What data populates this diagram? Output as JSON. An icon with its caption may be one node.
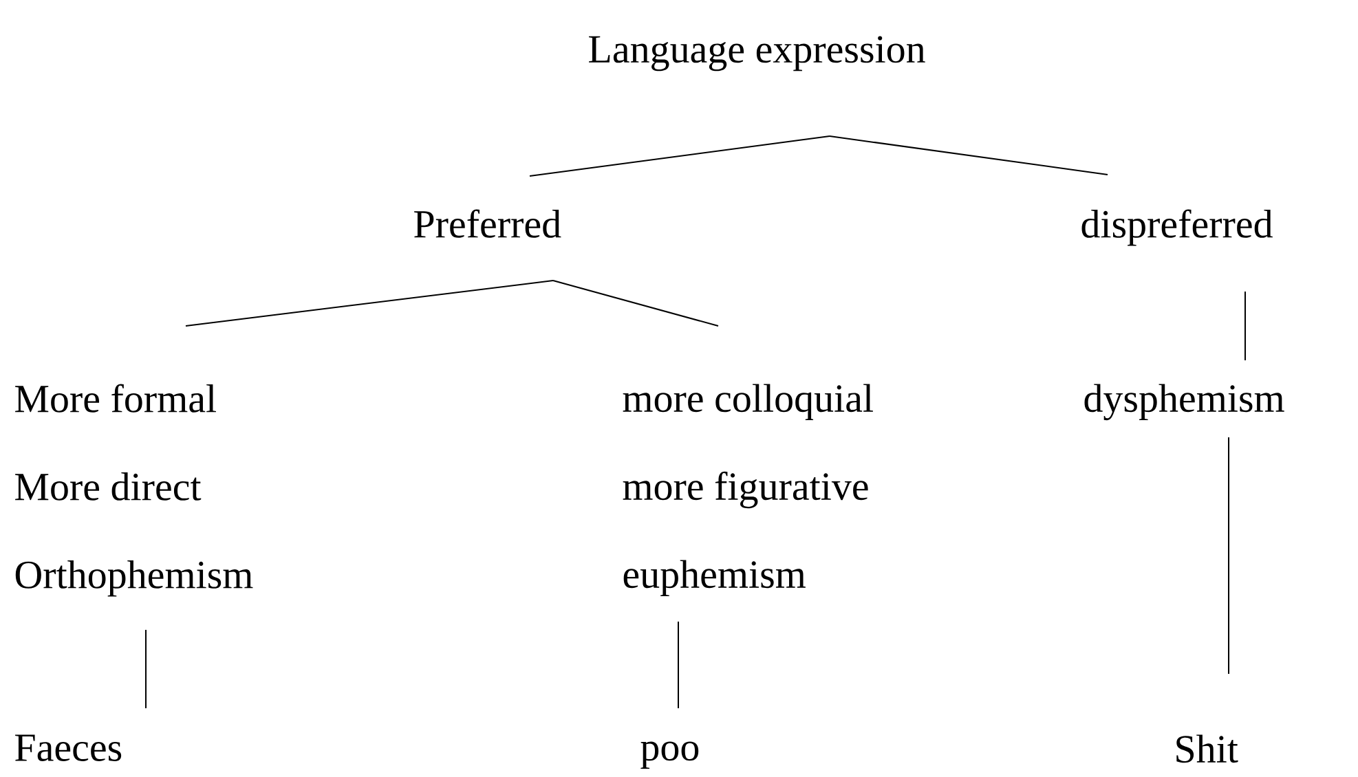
{
  "diagram": {
    "nodes": [
      {
        "text": [
          "Language expression"
        ]
      },
      {
        "text": [
          "Preferred"
        ]
      },
      {
        "text": [
          "dispreferred"
        ]
      },
      {
        "text": [
          "More formal",
          "More direct",
          "Orthophemism"
        ]
      },
      {
        "text": [
          "more colloquial",
          "more figurative",
          "euphemism"
        ]
      },
      {
        "text": [
          "dysphemism"
        ]
      },
      {
        "text": [
          "Faeces"
        ]
      },
      {
        "text": [
          "poo"
        ]
      },
      {
        "text": [
          "Shit"
        ]
      }
    ],
    "edges": [
      {
        "from": 0,
        "to": 1,
        "arrow": "none"
      },
      {
        "from": 0,
        "to": 2,
        "arrow": "none"
      },
      {
        "from": 1,
        "to": 3,
        "arrow": "none"
      },
      {
        "from": 1,
        "to": 4,
        "arrow": "none"
      },
      {
        "from": 2,
        "to": 5,
        "arrow": "none"
      },
      {
        "from": 3,
        "to": 6,
        "arrow": "none"
      },
      {
        "from": 4,
        "to": 7,
        "arrow": "none"
      },
      {
        "from": 5,
        "to": 8,
        "arrow": "none"
      }
    ]
  }
}
